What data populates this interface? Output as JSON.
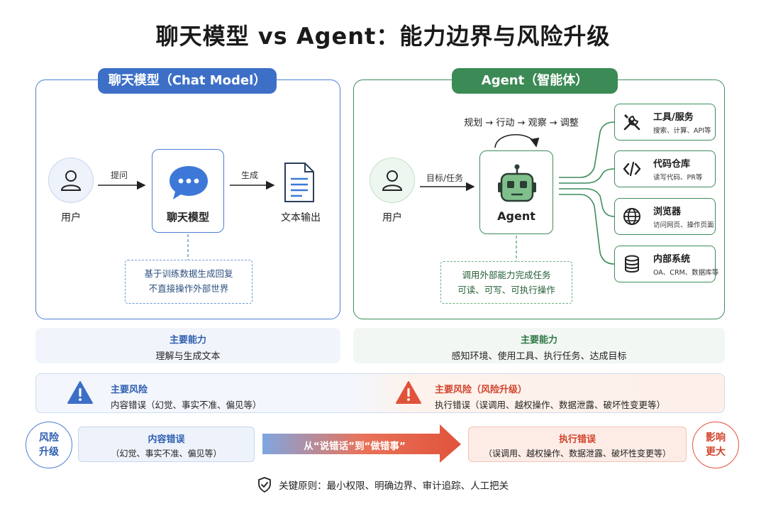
{
  "title": "聊天模型 vs Agent：能力边界与风险升级",
  "chat_model": {
    "header": "聊天模型（Chat Model）",
    "user_label": "用户",
    "arrow1_label": "提问",
    "model_label": "聊天模型",
    "arrow2_label": "生成",
    "output_label": "文本输出",
    "note_line1": "基于训练数据生成回复",
    "note_line2": "不直接操作外部世界",
    "capability_title": "主要能力",
    "capability_text": "理解与生成文本",
    "risk_title": "主要风险",
    "risk_text": "内容错误（幻觉、事实不准、偏见等）",
    "color": "#3d6fc7"
  },
  "agent": {
    "header": "Agent（智能体）",
    "loop_label": "规划 → 行动 → 观察 → 调整",
    "user_label": "用户",
    "arrow_label": "目标/任务",
    "agent_label": "Agent",
    "note_line1": "调用外部能力完成任务",
    "note_line2": "可读、可写、可执行操作",
    "tools": [
      {
        "title": "工具/服务",
        "desc": "搜索、计算、API等",
        "icon": "tools-icon"
      },
      {
        "title": "代码仓库",
        "desc": "读写代码、PR等",
        "icon": "code-icon"
      },
      {
        "title": "浏览器",
        "desc": "访问网页、操作页面",
        "icon": "globe-icon"
      },
      {
        "title": "内部系统",
        "desc": "OA、CRM、数据库等",
        "icon": "database-icon"
      }
    ],
    "capability_title": "主要能力",
    "capability_text": "感知环境、使用工具、执行任务、达成目标",
    "risk_title": "主要风险（风险升级）",
    "risk_text": "执行错误（误调用、越权操作、数据泄露、破坏性变更等）",
    "color": "#3c8a55"
  },
  "escalation": {
    "left_circle": [
      "风险",
      "升级"
    ],
    "right_circle": [
      "影响",
      "更大"
    ],
    "left_title": "内容错误",
    "left_text": "（幻觉、事实不准、偏见等）",
    "arrow_text": "从“说错话”到“做错事”",
    "right_title": "执行错误",
    "right_text": "（误调用、越权操作、数据泄露、破坏性变更等）"
  },
  "principle": "关键原则：最小权限、明确边界、审计追踪、人工把关",
  "colors": {
    "blue": "#3d6fc7",
    "green": "#3c8a55",
    "red": "#e0533a"
  }
}
